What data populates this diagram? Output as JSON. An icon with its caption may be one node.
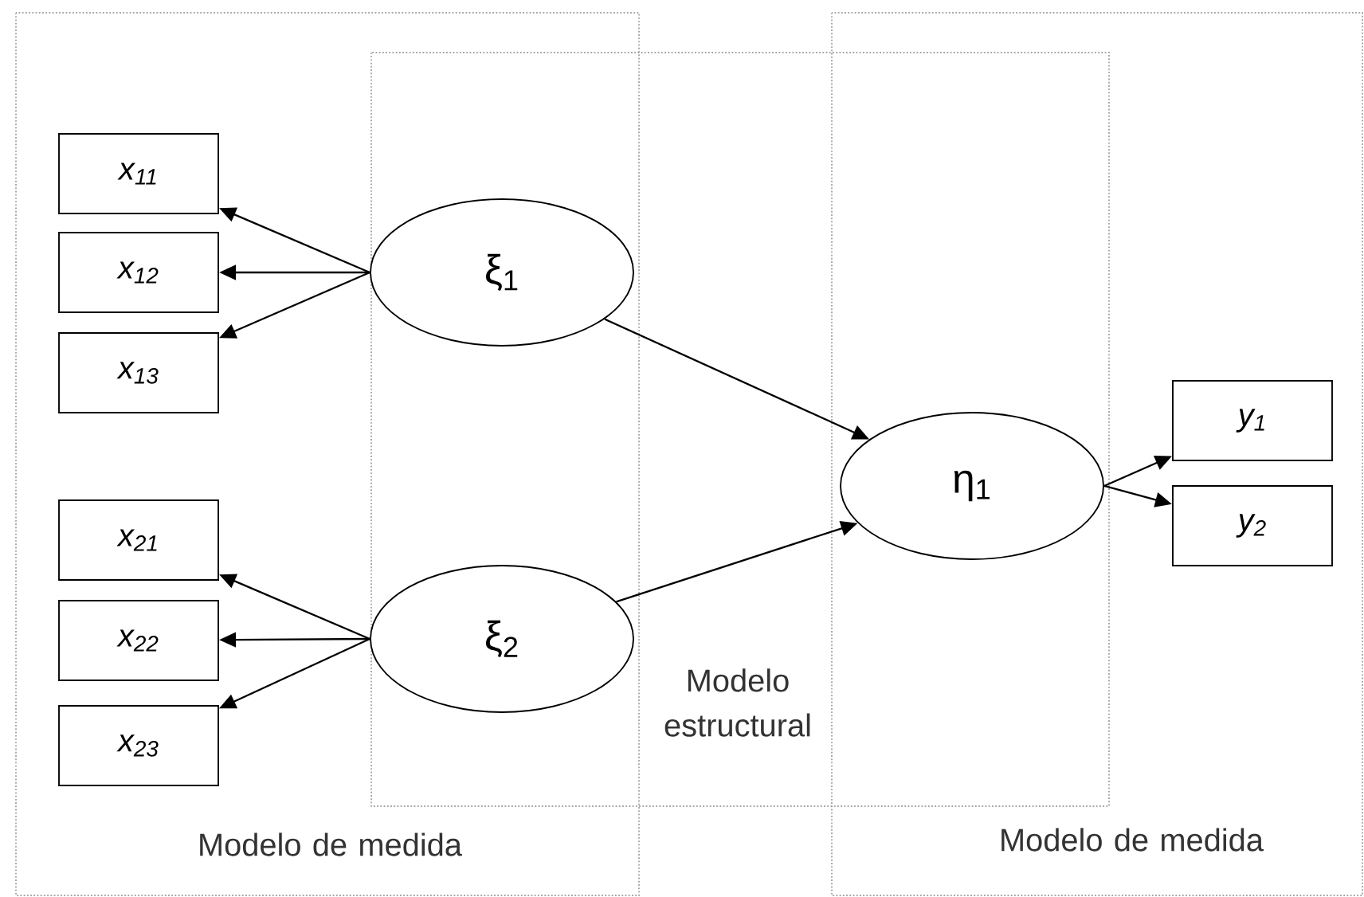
{
  "diagram": {
    "nodes": [
      {
        "text": [
          "ξ$_{1}$"
        ]
      },
      {
        "text": [
          "ξ$_{2}$"
        ]
      },
      {
        "text": [
          "η$_{1}$"
        ]
      },
      {
        "text": [
          "x$_{11}$"
        ]
      },
      {
        "text": [
          "x$_{12}$"
        ]
      },
      {
        "text": [
          "x$_{13}$"
        ]
      },
      {
        "text": [
          "x$_{21}$"
        ]
      },
      {
        "text": [
          "x$_{22}$"
        ]
      },
      {
        "text": [
          "x$_{23}$"
        ]
      },
      {
        "text": [
          "y$_{1}$"
        ]
      },
      {
        "text": [
          "y$_{2}$"
        ]
      }
    ],
    "edges": [
      {
        "from": 0,
        "to": 3,
        "arrow": "to"
      },
      {
        "from": 0,
        "to": 4,
        "arrow": "to"
      },
      {
        "from": 0,
        "to": 5,
        "arrow": "to"
      },
      {
        "from": 1,
        "to": 6,
        "arrow": "to"
      },
      {
        "from": 1,
        "to": 7,
        "arrow": "to"
      },
      {
        "from": 1,
        "to": 8,
        "arrow": "to"
      },
      {
        "from": 0,
        "to": 2,
        "arrow": "to"
      },
      {
        "from": 1,
        "to": 2,
        "arrow": "to"
      },
      {
        "from": 2,
        "to": 9,
        "arrow": "to"
      },
      {
        "from": 2,
        "to": 10,
        "arrow": "to"
      }
    ],
    "labels": [
      "Modelo estructural",
      "Modelo de medida",
      "Modelo de medida"
    ]
  }
}
